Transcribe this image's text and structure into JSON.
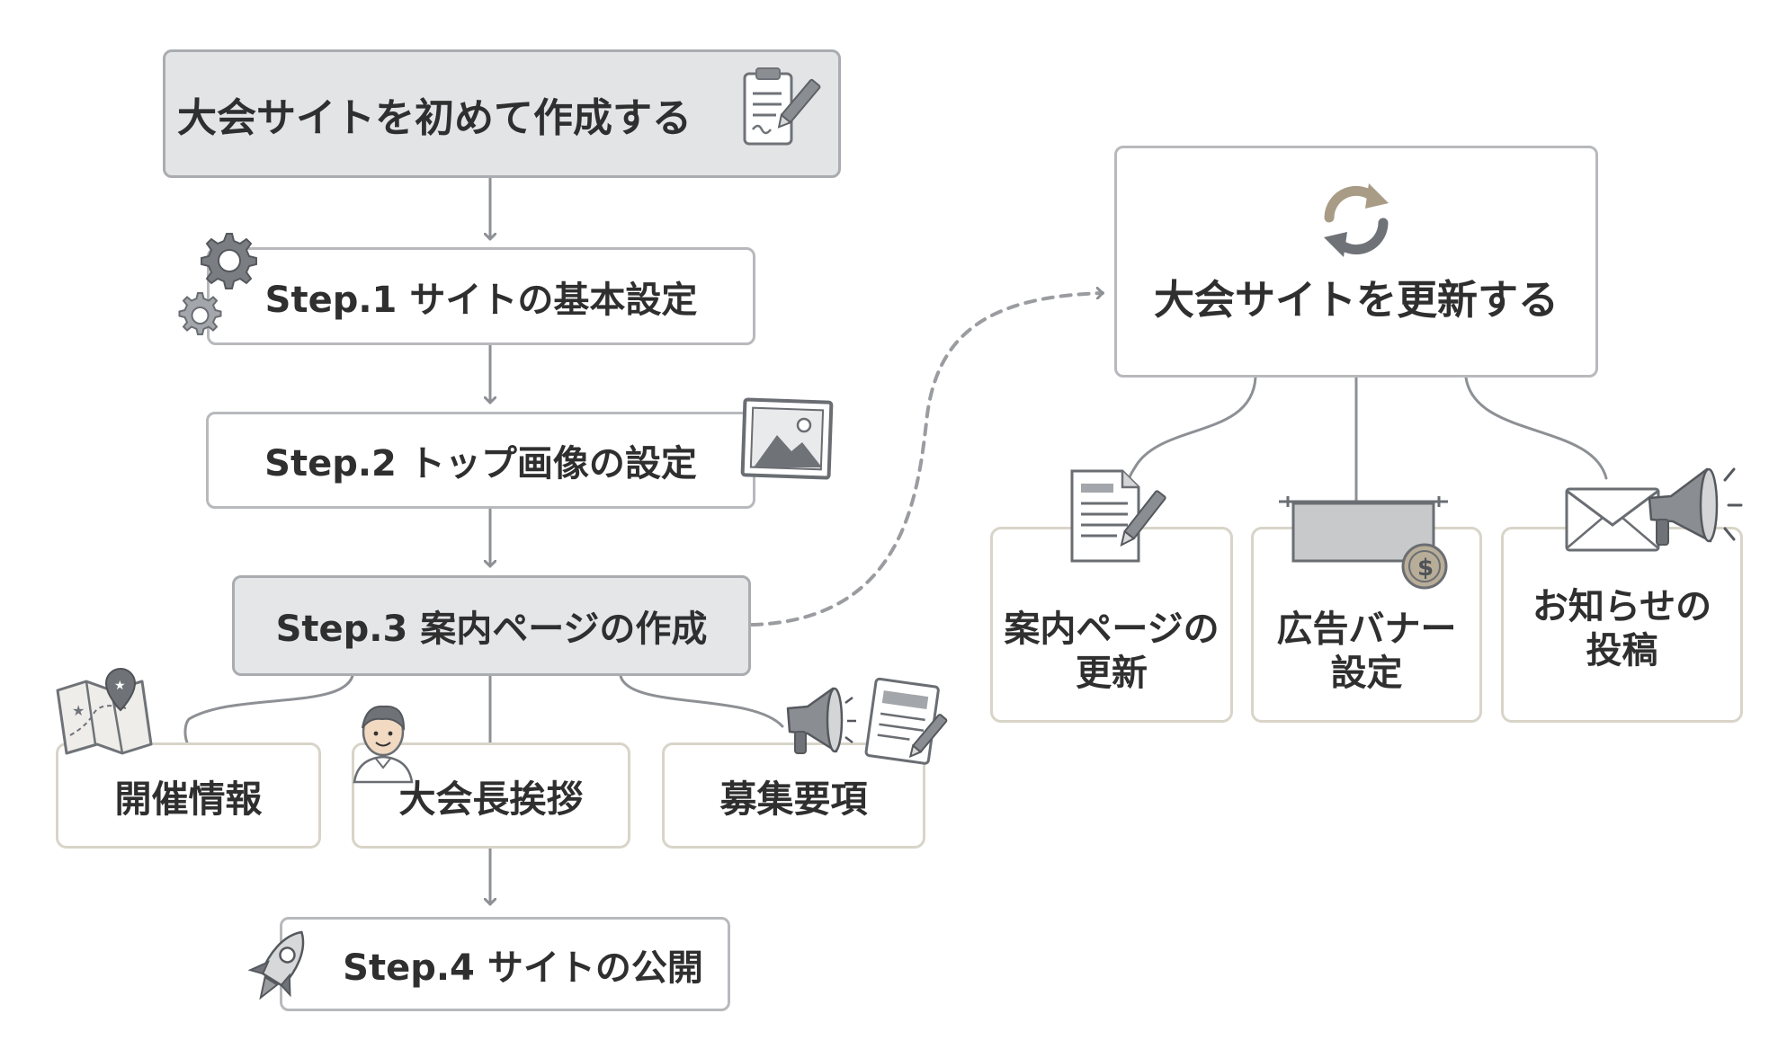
{
  "flow": {
    "start": {
      "label": "大会サイトを初めて作成する",
      "icon": "clipboard-pen-icon"
    },
    "steps": [
      {
        "label": "Step.1 サイトの基本設定",
        "icon": "gears-icon"
      },
      {
        "label": "Step.2 トップ画像の設定",
        "icon": "picture-frame-icon"
      },
      {
        "label": "Step.3 案内ページの作成"
      },
      {
        "label": "Step.4 サイトの公開",
        "icon": "rocket-icon"
      }
    ],
    "step3_pages": [
      {
        "label": "開催情報",
        "icon": "map-pin-icon"
      },
      {
        "label": "大会長挨拶",
        "icon": "person-avatar-icon"
      },
      {
        "label": "募集要項",
        "icon": "megaphone-document-icon"
      }
    ]
  },
  "update": {
    "label": "大会サイトを更新する",
    "icon": "refresh-arrows-icon",
    "tasks": [
      {
        "label": "案内ページの\n更新",
        "icon": "document-pen-icon"
      },
      {
        "label": "広告バナー\n設定",
        "icon": "banner-coin-icon"
      },
      {
        "label": "お知らせの\n投稿",
        "icon": "envelope-megaphone-icon"
      }
    ]
  },
  "colors": {
    "main_fill": "#e3e4e6",
    "border": "#b7b9bc",
    "leaf_border": "#d8d4c8",
    "connector": "#9a9ca0",
    "icon_gray": "#6f7378",
    "icon_tan": "#a89c86",
    "text": "#2f2f2f"
  }
}
